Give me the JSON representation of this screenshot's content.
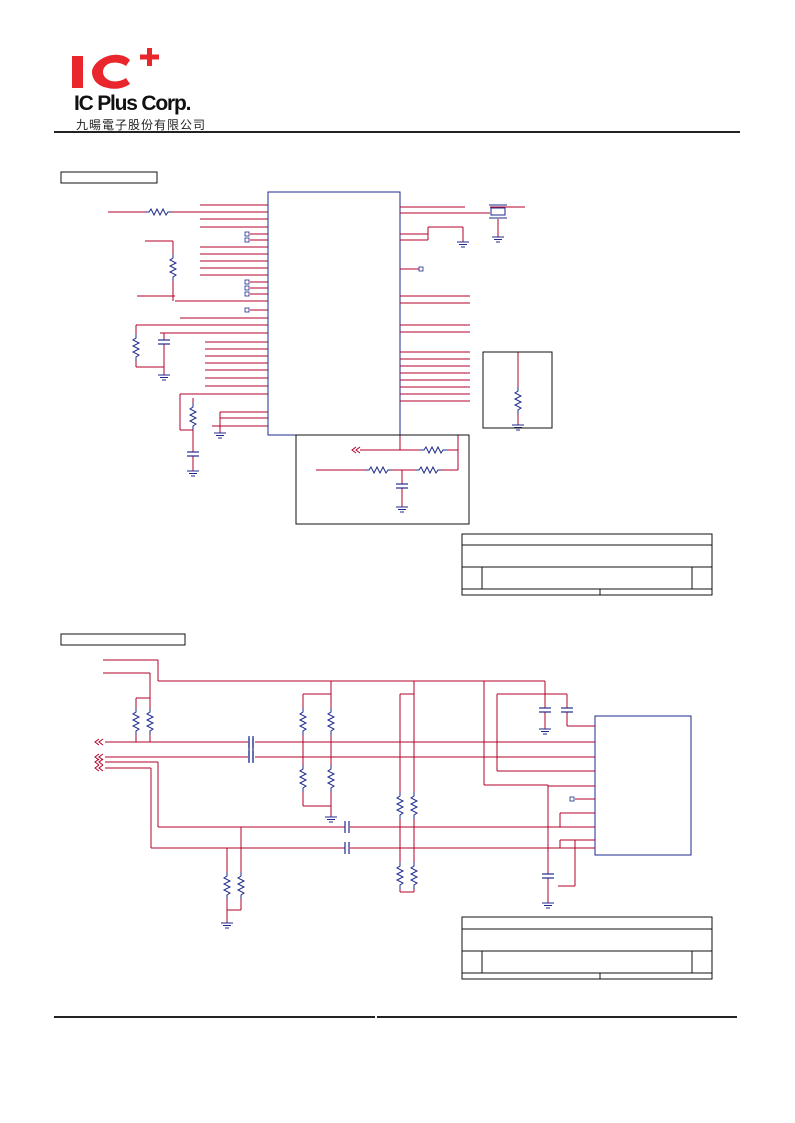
{
  "header": {
    "logo_mark": "IC+",
    "company_name": "IC Plus Corp.",
    "company_name_chinese": "九暘電子股份有限公司",
    "brand_red": "#e8262b"
  },
  "colors": {
    "wire": "#b4002a",
    "component": "#1f2a8c",
    "outline": "#111111"
  },
  "schematic_top": {
    "title": "",
    "components": [
      "resistor",
      "capacitor",
      "ground",
      "ic"
    ]
  },
  "schematic_bottom": {
    "title": "",
    "components": [
      "resistor",
      "capacitor",
      "ground",
      "ic"
    ]
  },
  "title_block_top": {
    "fields": []
  },
  "title_block_bottom": {
    "fields": []
  }
}
